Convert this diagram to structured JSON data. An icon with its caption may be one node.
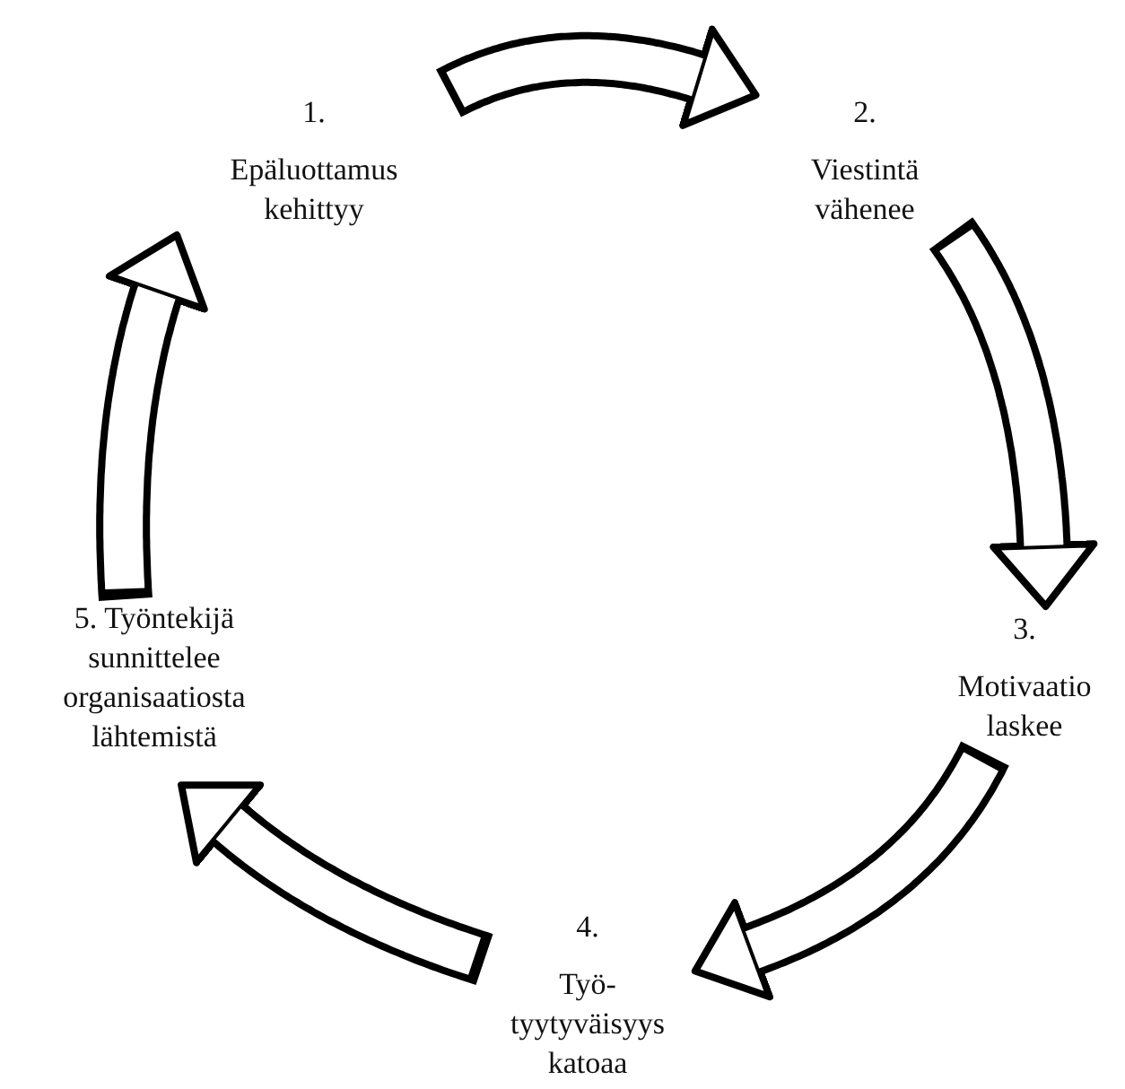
{
  "diagram": {
    "nodes": [
      {
        "text": [
          "1.",
          "Epäluottamus kehittyy"
        ]
      },
      {
        "text": [
          "2.",
          "Viestintä vähenee"
        ]
      },
      {
        "text": [
          "3.",
          "Motivaatio laskee"
        ]
      },
      {
        "text": [
          "4.",
          "Työ- tyytyväisyys katoaa"
        ]
      },
      {
        "text": [
          "5. Työntekijä sunnittelee organisaatiosta lähtemistä"
        ]
      }
    ],
    "edges": [
      {
        "from": 0,
        "to": 1,
        "arrow": "to"
      },
      {
        "from": 1,
        "to": 2,
        "arrow": "to"
      },
      {
        "from": 2,
        "to": 3,
        "arrow": "to"
      },
      {
        "from": 3,
        "to": 4,
        "arrow": "to"
      },
      {
        "from": 4,
        "to": 0,
        "arrow": "to"
      }
    ]
  }
}
